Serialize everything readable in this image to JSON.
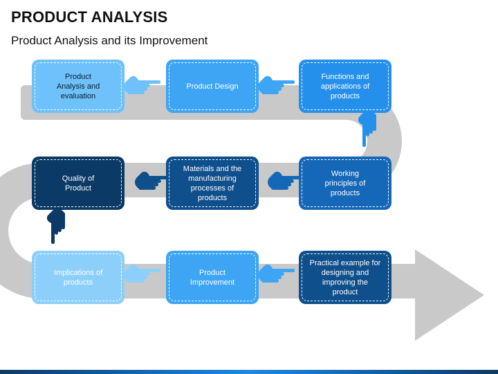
{
  "header": {
    "title": "PRODUCT ANALYSIS",
    "subtitle": "Product Analysis and its Improvement"
  },
  "colors": {
    "path": "#C9C9C9",
    "light": "#6EC1FA",
    "mid": "#3DA5F4",
    "bright": "#2590EC",
    "blue": "#1568B8",
    "dark": "#0E4F8C",
    "navy": "#0B3A66",
    "pale": "#8DCFFB"
  },
  "steps": [
    {
      "label_lines": [
        "Product",
        "Analysis and",
        "evaluation"
      ]
    },
    {
      "label_lines": [
        "Product Design"
      ]
    },
    {
      "label_lines": [
        "Functions and",
        "applications of",
        "products"
      ]
    },
    {
      "label_lines": [
        "Working",
        "principles of",
        "products"
      ]
    },
    {
      "label_lines": [
        "Materials and the",
        "manufacturing",
        "processes of",
        "products"
      ]
    },
    {
      "label_lines": [
        "Quality of",
        "Product"
      ]
    },
    {
      "label_lines": [
        "Implications of",
        "products"
      ]
    },
    {
      "label_lines": [
        "Product",
        "Improvement"
      ]
    },
    {
      "label_lines": [
        "Practical example for",
        "designing and",
        "improving the",
        "product"
      ]
    }
  ],
  "icons": {
    "connector": "pointing-hand-icon",
    "path": "serpentine-arrow"
  }
}
